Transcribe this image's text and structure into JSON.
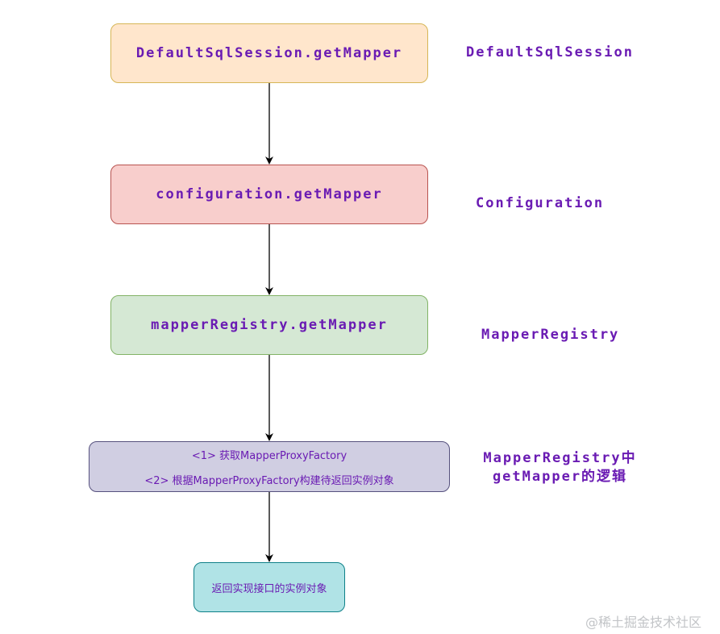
{
  "nodes": {
    "default_sql_session": "DefaultSqlSession.getMapper",
    "configuration": "configuration.getMapper",
    "mapper_registry": "mapperRegistry.getMapper",
    "logic_step_1": "<1> 获取MapperProxyFactory",
    "logic_step_2": "<2> 根据MapperProxyFactory构建待返回实例对象",
    "result": "返回实现接口的实例对象"
  },
  "labels": {
    "default_sql_session": "DefaultSqlSession",
    "configuration": "Configuration",
    "mapper_registry": "MapperRegistry",
    "logic_line_1": "MapperRegistry中",
    "logic_line_2": "getMapper的逻辑"
  },
  "watermark": "@稀土掘金技术社区",
  "colors": {
    "text": "#6a1bb3",
    "node1_fill": "#ffe6cc",
    "node2_fill": "#f8cecc",
    "node3_fill": "#d5e8d4",
    "node4_fill": "#d0cee2",
    "node5_fill": "#b0e3e6"
  }
}
